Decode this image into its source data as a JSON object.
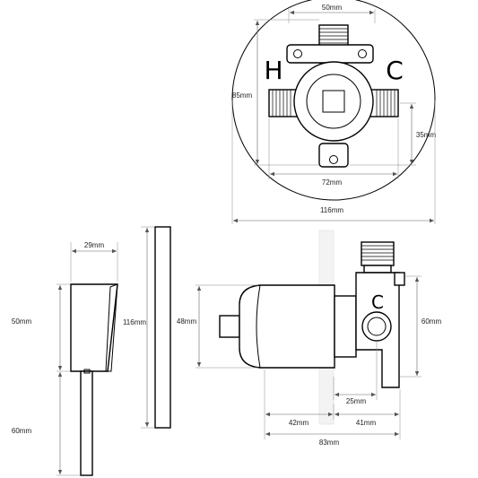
{
  "labels": {
    "hot": "H",
    "cold": "C",
    "cold_side": "C"
  },
  "dimensions": {
    "top_inlet_width": "50mm",
    "valve_height": "85mm",
    "inlet_offset": "35mm",
    "inlet_span": "72mm",
    "plate_diameter": "116mm",
    "handle_width": "29mm",
    "handle_height": "50mm",
    "lever_length": "60mm",
    "plate_height": "116mm",
    "cover_height": "48mm",
    "body_height": "60mm",
    "inlet_depth": "25mm",
    "cover_depth": "42mm",
    "body_depth": "41mm",
    "total_depth": "83mm"
  },
  "colors": {
    "line": "#000000",
    "dimension_line": "#666666",
    "background": "#ffffff"
  }
}
